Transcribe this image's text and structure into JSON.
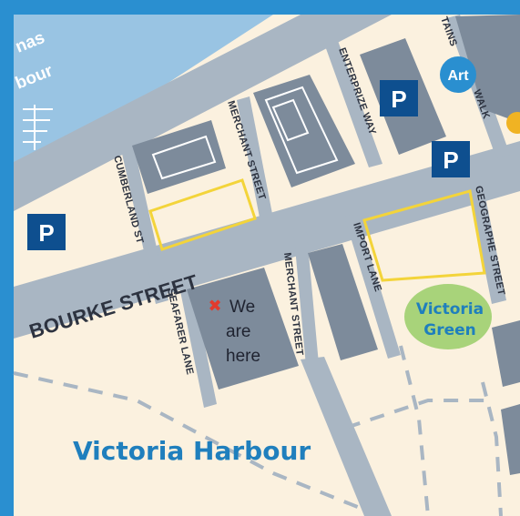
{
  "map": {
    "colors": {
      "frame": "#2a8fd0",
      "land": "#fbf1df",
      "water": "#99c4e3",
      "road": "#a9b6c3",
      "building": "#7d8b9b",
      "parking": "#0e4f8f",
      "art": "#2a8fd0",
      "park_fill": "#a8d37a",
      "lot_outline": "#f3d43a",
      "marker_red": "#e23b2e"
    },
    "water_label": {
      "line1": "nas",
      "line2": "bour"
    },
    "streets": {
      "bourke": "BOURKE STREET",
      "merchant_north": "MERCHANT STREET",
      "merchant_south": "MERCHANT STREET",
      "cumberland": "CUMBERLAND ST",
      "seafarer": "SEAFARER LANE",
      "enterprize": "ENTERPRIZE WAY",
      "import": "IMPORT LANE",
      "geographe": "GEOGRAPHE STREET",
      "walk": "WALK",
      "tains": "TAINS"
    },
    "parking_label": "P",
    "art_label": "Art",
    "victoria_green": {
      "line1": "Victoria",
      "line2": "Green"
    },
    "harbour_label": "Victoria Harbour",
    "you_are_here": {
      "marker": "✖",
      "line1": "We",
      "line2": "are",
      "line3": "here"
    }
  }
}
